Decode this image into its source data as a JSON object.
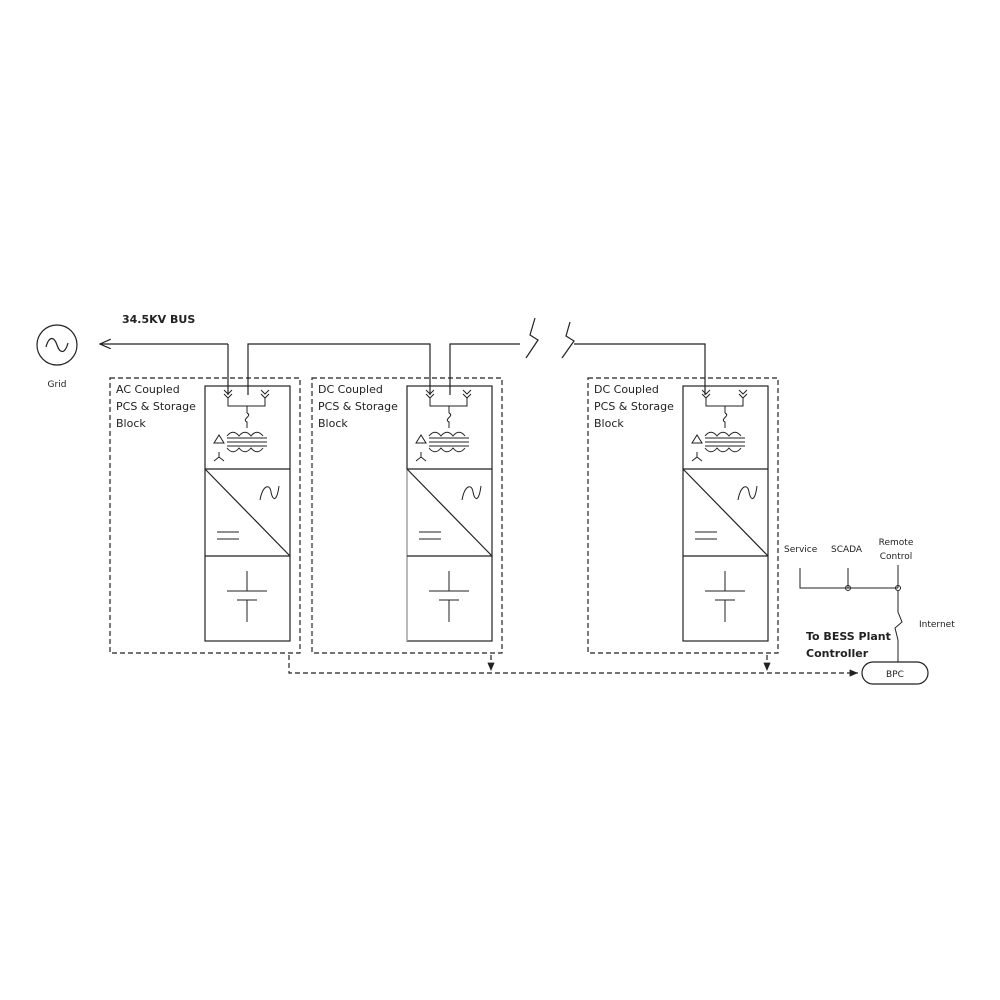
{
  "grid": {
    "label": "Grid",
    "icon": "ac-source-icon"
  },
  "bus": {
    "label": "34.5KV BUS"
  },
  "blocks": [
    {
      "title_lines": [
        "AC Coupled",
        "PCS & Storage",
        "Block"
      ]
    },
    {
      "title_lines": [
        "DC Coupled",
        "PCS & Storage",
        "Block"
      ]
    },
    {
      "title_lines": [
        "DC Coupled",
        "PCS & Storage",
        "Block"
      ]
    }
  ],
  "controller": {
    "service_label": "Service",
    "scada_label": "SCADA",
    "remote_label_lines": [
      "Remote",
      "Control"
    ],
    "internet_label": "Internet",
    "title_lines": [
      "To BESS Plant",
      "Controller"
    ],
    "bpc_label": "BPC"
  }
}
